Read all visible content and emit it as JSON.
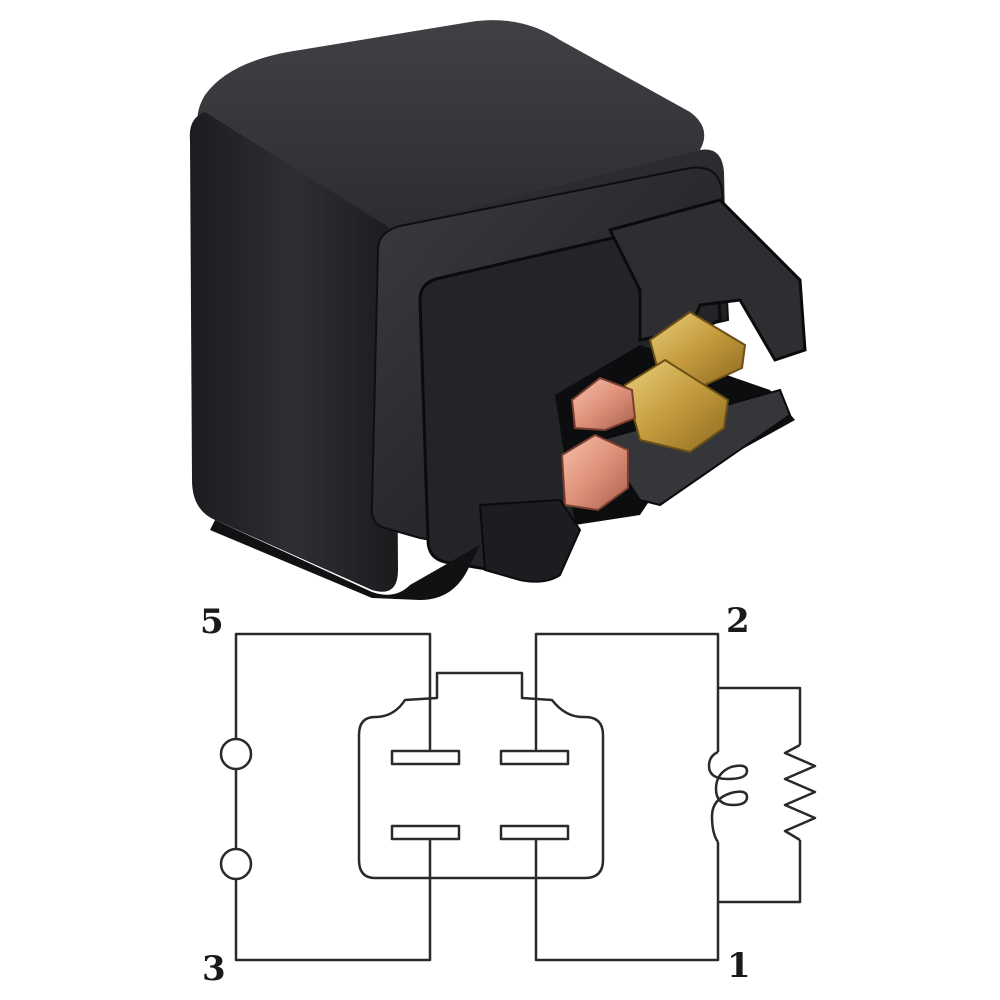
{
  "product_photo": {
    "icon": "relay-photo-icon",
    "colors": {
      "housing": "#2b2d30",
      "housing_shadow": "#141517",
      "brass_terminal": "#c9a447",
      "copper_terminal": "#e39b7e",
      "background": "#ffffff"
    }
  },
  "schematic": {
    "pins": [
      {
        "id": "pin-5",
        "label": "5"
      },
      {
        "id": "pin-2",
        "label": "2"
      },
      {
        "id": "pin-3",
        "label": "3"
      },
      {
        "id": "pin-1",
        "label": "1"
      }
    ],
    "line_color": "#2a2a2a"
  }
}
